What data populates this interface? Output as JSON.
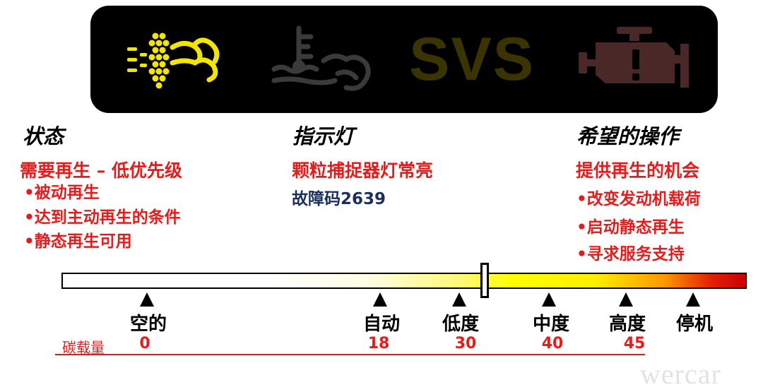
{
  "indicators": [
    {
      "icon": "particulate-filter-icon",
      "color": "#f2e600",
      "lit": true
    },
    {
      "icon": "exhaust-temperature-icon",
      "color": "#3a3a3a",
      "lit": false
    },
    {
      "icon": "svs-text-icon",
      "text": "SVS",
      "color": "#3a3500",
      "lit": false
    },
    {
      "icon": "check-engine-icon",
      "color": "#4a2828",
      "lit": false
    }
  ],
  "columns": {
    "status": {
      "heading": "状态",
      "main": "需要再生 – 低优先级",
      "bullets": [
        "•被动再生",
        "•达到主动再生的条件",
        "•静态再生可用"
      ]
    },
    "indicator": {
      "heading": "指示灯",
      "main": "颗粒捕捉器灯常亮",
      "code": "故障码2639"
    },
    "action": {
      "heading": "希望的操作",
      "main": "提供再生的机会",
      "bullets": [
        "•改变发动机载荷",
        "•启动静态再生",
        "•寻求服务支持"
      ]
    }
  },
  "scale": {
    "ticks": [
      "空的",
      "自动",
      "低度",
      "中度",
      "高度",
      "停机"
    ],
    "carbon_label": "碳载量",
    "carbon_values": [
      "0",
      "18",
      "30",
      "40",
      "45"
    ],
    "current_level_fraction": 0.62
  },
  "watermark": "wercar",
  "colors": {
    "red_text": "#e51c1c",
    "blue_text": "#1a2f5a",
    "lamp_yellow": "#f2e600"
  }
}
